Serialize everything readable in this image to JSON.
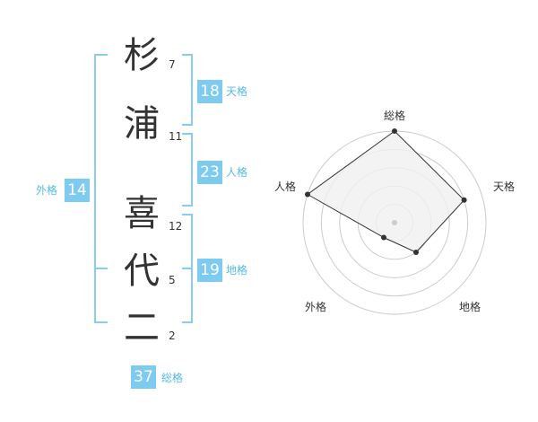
{
  "name": {
    "chars": [
      {
        "char": "杉",
        "strokes": "7"
      },
      {
        "char": "浦",
        "strokes": "11"
      },
      {
        "char": "喜",
        "strokes": "12"
      },
      {
        "char": "代",
        "strokes": "5"
      },
      {
        "char": "二",
        "strokes": "2"
      }
    ]
  },
  "fortunes": {
    "tenkaku": {
      "value": "18",
      "label": "天格"
    },
    "jinkaku": {
      "value": "23",
      "label": "人格"
    },
    "chikaku": {
      "value": "19",
      "label": "地格"
    },
    "gaikaku": {
      "value": "14",
      "label": "外格"
    },
    "soukaku": {
      "value": "37",
      "label": "総格"
    }
  },
  "radar": {
    "axes": [
      "総格",
      "天格",
      "地格",
      "外格",
      "人格"
    ],
    "levels": [
      5,
      4,
      2,
      1,
      5
    ],
    "max_level": 5,
    "colors": {
      "fill": "#f0f0f0",
      "stroke": "#333333",
      "grid": "#cccccc",
      "point": "#333333",
      "center": "#cccccc"
    }
  },
  "colors": {
    "accent": "#7ecbf2",
    "bracket": "#88ccee",
    "label": "#55bbe8"
  }
}
